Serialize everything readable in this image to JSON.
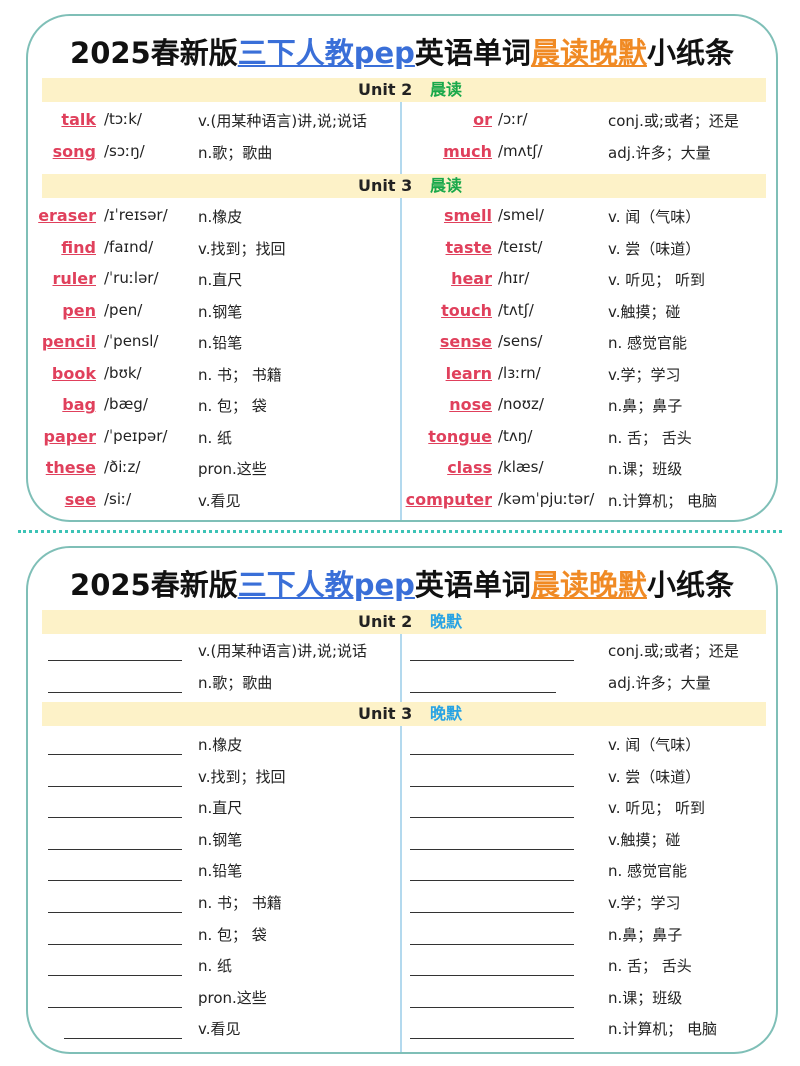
{
  "title": {
    "prefix": "2025春新版",
    "blue": "三下人教pep",
    "middle": "英语单词",
    "orange": "晨读晚默",
    "suffix": "小纸条"
  },
  "top": {
    "unit2_label": "Unit 2",
    "mode_label": "晨读",
    "unit3_label": "Unit 3",
    "unit2": [
      {
        "left": {
          "word": "talk",
          "ipa": "/tɔːk/",
          "meaning": "v.(用某种语言)讲,说;说话"
        },
        "right": {
          "word": "or",
          "ipa": "/ɔːr/",
          "meaning": "conj.或;或者；还是"
        }
      },
      {
        "left": {
          "word": "song",
          "ipa": "/sɔːŋ/",
          "meaning": "n.歌；歌曲"
        },
        "right": {
          "word": "much",
          "ipa": "/mʌtʃ/",
          "meaning": "adj.许多；大量"
        }
      }
    ],
    "unit3": [
      {
        "left": {
          "word": "eraser",
          "ipa": "/ɪˈreɪsər/",
          "meaning": "n.橡皮"
        },
        "right": {
          "word": "smell",
          "ipa": "/smel/",
          "meaning": "v. 闻（气味）"
        }
      },
      {
        "left": {
          "word": "find",
          "ipa": "/faɪnd/",
          "meaning": "v.找到；找回"
        },
        "right": {
          "word": "taste",
          "ipa": "/teɪst/",
          "meaning": "v. 尝（味道）"
        }
      },
      {
        "left": {
          "word": "ruler",
          "ipa": "/ˈruːlər/",
          "meaning": "n.直尺"
        },
        "right": {
          "word": "hear",
          "ipa": "/hɪr/",
          "meaning": "v. 听见；  听到"
        }
      },
      {
        "left": {
          "word": "pen",
          "ipa": "/pen/",
          "meaning": "n.钢笔"
        },
        "right": {
          "word": "touch",
          "ipa": "/tʌtʃ/",
          "meaning": "v.触摸；碰"
        }
      },
      {
        "left": {
          "word": "pencil",
          "ipa": "/ˈpensl/",
          "meaning": "n.铅笔"
        },
        "right": {
          "word": "sense",
          "ipa": "/sens/",
          "meaning": "n. 感觉官能"
        }
      },
      {
        "left": {
          "word": "book",
          "ipa": "/bʊk/",
          "meaning": "n. 书；  书籍"
        },
        "right": {
          "word": "learn",
          "ipa": "/lɜːrn/",
          "meaning": "v.学；学习"
        }
      },
      {
        "left": {
          "word": "bag",
          "ipa": "/bæg/",
          "meaning": "n. 包；  袋"
        },
        "right": {
          "word": "nose",
          "ipa": "/noʊz/",
          "meaning": "n.鼻；鼻子"
        }
      },
      {
        "left": {
          "word": "paper",
          "ipa": "/ˈpeɪpər/",
          "meaning": "n. 纸"
        },
        "right": {
          "word": "tongue",
          "ipa": "/tʌŋ/",
          "meaning": "n. 舌；  舌头"
        }
      },
      {
        "left": {
          "word": "these",
          "ipa": "/ðiːz/",
          "meaning": "pron.这些"
        },
        "right": {
          "word": "class",
          "ipa": "/klæs/",
          "meaning": "n.课；班级"
        }
      },
      {
        "left": {
          "word": "see",
          "ipa": "/siː/",
          "meaning": "v.看见"
        },
        "right": {
          "word": "computer",
          "ipa": "/kəmˈpjuːtər/",
          "meaning": "n.计算机；  电脑"
        }
      }
    ]
  },
  "bottom": {
    "unit2_label": "Unit 2",
    "mode_label": "晚默",
    "unit3_label": "Unit 3",
    "unit2": [
      {
        "left": "v.(用某种语言)讲,说;说话",
        "right": "conj.或;或者；还是"
      },
      {
        "left": "n.歌；歌曲",
        "right": "adj.许多；大量"
      }
    ],
    "unit3": [
      {
        "left": "n.橡皮",
        "right": "v. 闻（气味）"
      },
      {
        "left": "v.找到；找回",
        "right": "v. 尝（味道）"
      },
      {
        "left": "n.直尺",
        "right": "v. 听见；  听到"
      },
      {
        "left": "n.钢笔",
        "right": "v.触摸；碰"
      },
      {
        "left": "n.铅笔",
        "right": "n. 感觉官能"
      },
      {
        "left": "n. 书；  书籍",
        "right": "v.学；学习"
      },
      {
        "left": "n. 包；  袋",
        "right": "n.鼻；鼻子"
      },
      {
        "left": "n. 纸",
        "right": "n. 舌；  舌头"
      },
      {
        "left": "pron.这些",
        "right": "n.课；班级"
      },
      {
        "left": "v.看见",
        "right": "n.计算机；  电脑"
      }
    ]
  }
}
